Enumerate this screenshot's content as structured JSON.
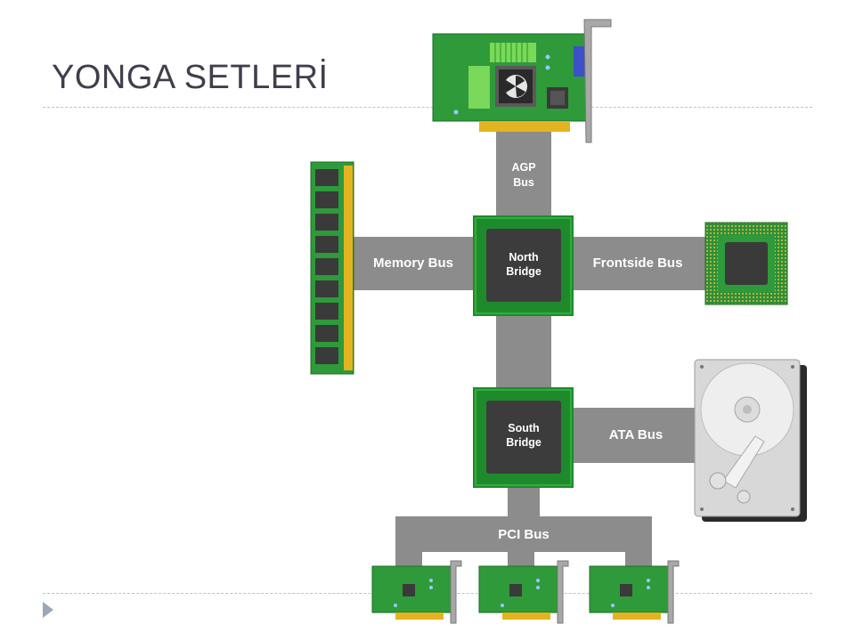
{
  "slide": {
    "title": "YONGA SETLERİ"
  },
  "diagram": {
    "agp_bus": [
      "AGP",
      "Bus"
    ],
    "memory_bus": "Memory Bus",
    "frontside_bus": "Frontside Bus",
    "north_bridge": [
      "North",
      "Bridge"
    ],
    "south_bridge": [
      "South",
      "Bridge"
    ],
    "ata_bus": "ATA Bus",
    "pci_bus": "PCI Bus"
  },
  "colors": {
    "bus_gray": "#8c8c8c",
    "board_green": "#2e9a3a",
    "chip_dark": "#3a3a3a",
    "gold": "#e4b420"
  }
}
